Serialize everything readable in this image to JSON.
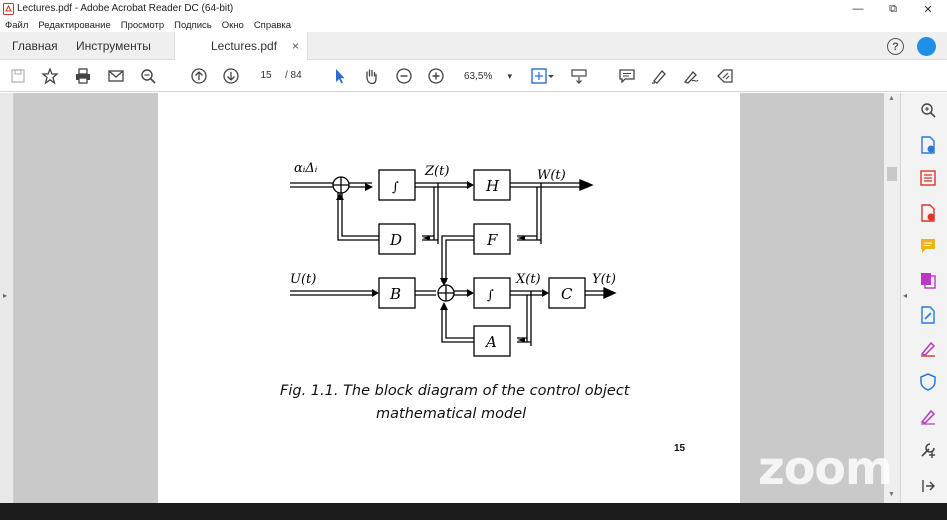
{
  "window": {
    "title": "Lectures.pdf - Adobe Acrobat Reader DC (64-bit)",
    "minimize_glyph": "—",
    "maximize_glyph": "⧉",
    "close_glyph": "✕"
  },
  "menu": [
    "Файл",
    "Редактирование",
    "Просмотр",
    "Подпись",
    "Окно",
    "Справка"
  ],
  "tabs": {
    "home": "Главная",
    "tools": "Инструменты",
    "document": "Lectures.pdf",
    "close_glyph": "×"
  },
  "header": {
    "help_glyph": "?"
  },
  "toolbar": {
    "current_page": "15",
    "total_pages": "/ 84",
    "zoom": "63,5%",
    "zoom_caret": "▾"
  },
  "document": {
    "diagram_labels": {
      "input1": "αᵢΔᵢ",
      "z": "Z(t)",
      "w": "W(t)",
      "u": "U(t)",
      "x": "X(t)",
      "y": "Y(t)",
      "integrator": "∫",
      "d": "D",
      "h": "H",
      "f": "F",
      "b": "B",
      "c": "C",
      "a": "A"
    },
    "caption_line1": "Fig. 1.1. The block diagram of the control object",
    "caption_line2": "mathematical model",
    "page_number": "15"
  },
  "side_arrows": {
    "left": "▸",
    "right": "◂"
  },
  "watermark": "zoom",
  "colors": {
    "accent_blue": "#1e90e8",
    "icon_red": "#e0322b",
    "icon_yellow": "#f2b21a",
    "icon_purple": "#b93ac2",
    "icon_blue": "#2a7bd8",
    "workspace_gray": "#c9c9c9"
  }
}
